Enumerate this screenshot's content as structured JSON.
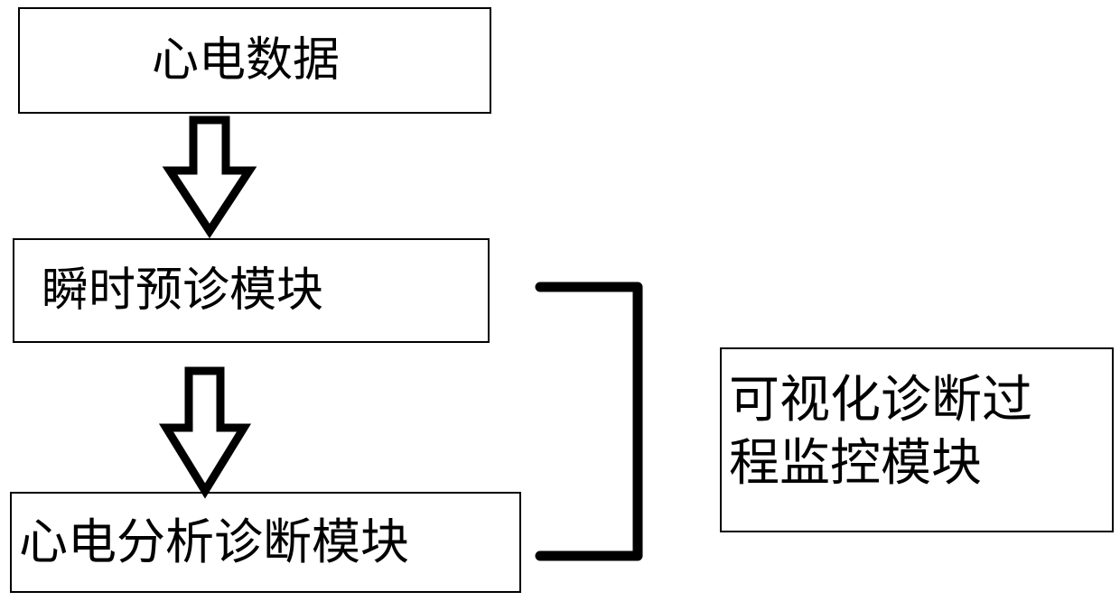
{
  "nodes": {
    "ecg_data": "心电数据",
    "instant_prediagnosis": "瞬时预诊模块",
    "ecg_analysis": "心电分析诊断模块",
    "visual_monitor_line1": "可视化诊断过",
    "visual_monitor_line2": "程监控模块"
  },
  "edges": [
    {
      "from": "ecg_data",
      "to": "instant_prediagnosis",
      "style": "hollow-arrow"
    },
    {
      "from": "instant_prediagnosis",
      "to": "ecg_analysis",
      "style": "hollow-arrow"
    }
  ],
  "bracket": {
    "groups": [
      "instant_prediagnosis",
      "ecg_analysis"
    ],
    "related_to": "visual_monitor"
  },
  "colors": {
    "line": "#000000",
    "background": "#ffffff"
  }
}
